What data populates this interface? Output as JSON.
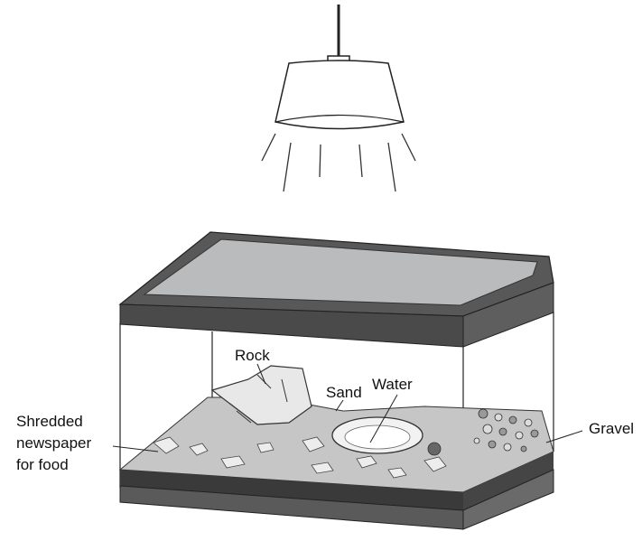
{
  "labels": {
    "rock": "Rock",
    "sand": "Sand",
    "water": "Water",
    "newspaper": [
      "Shredded",
      "newspaper",
      "for food"
    ],
    "gravel": "Gravel"
  },
  "colors": {
    "frame": "#555555",
    "frame_dark": "#3f3f3f",
    "lid_glass": "#b9bbbd",
    "sand": "#c4c4c4",
    "gravel": "#2e2e2e"
  }
}
